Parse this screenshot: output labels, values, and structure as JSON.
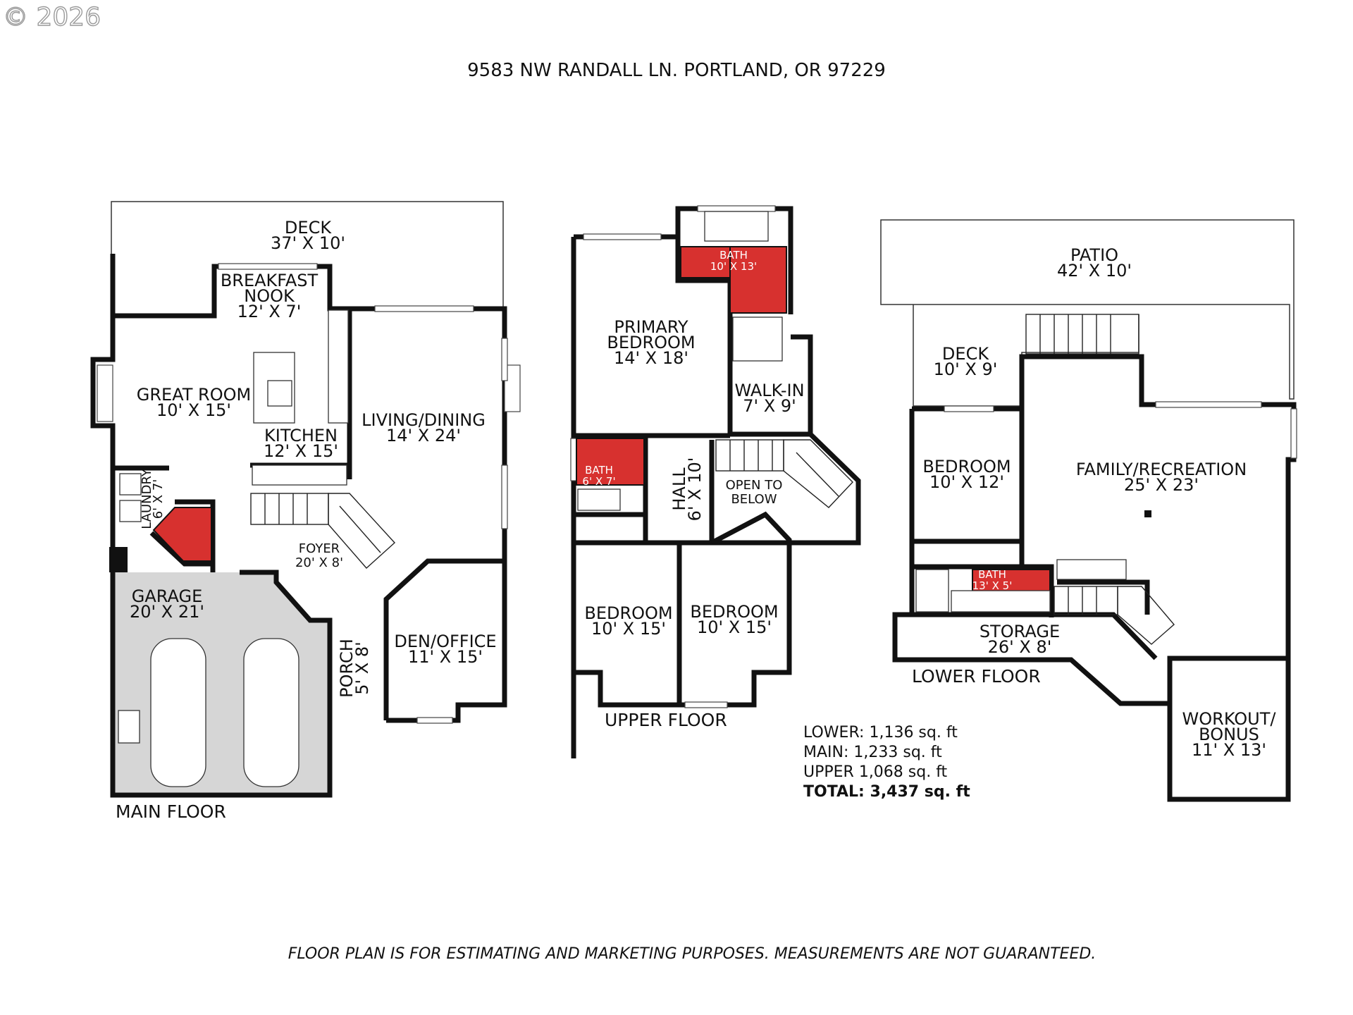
{
  "header": {
    "copyright": "© 2026",
    "address": "9583 NW RANDALL LN. PORTLAND, OR 97229"
  },
  "floors": {
    "main": {
      "label": "MAIN FLOOR",
      "rooms": {
        "deck": [
          "DECK",
          "37' X 10'"
        ],
        "nook": [
          "BREAKFAST",
          "NOOK",
          "12' X 7'"
        ],
        "great": [
          "GREAT ROOM",
          "10' X 15'"
        ],
        "kitchen": [
          "KITCHEN",
          "12' X 15'"
        ],
        "living": [
          "LIVING/DINING",
          "14' X 24'"
        ],
        "laundry": [
          "LAUNDRY",
          "6' X 7'"
        ],
        "foyer": [
          "FOYER",
          "20' X 8'"
        ],
        "garage": [
          "GARAGE",
          "20' X 21'"
        ],
        "porch": [
          "PORCH",
          "5' X 8'"
        ],
        "den": [
          "DEN/OFFICE",
          "11' X 15'"
        ]
      }
    },
    "upper": {
      "label": "UPPER FLOOR",
      "rooms": {
        "bath_primary": [
          "BATH",
          "10' X 13'"
        ],
        "primary": [
          "PRIMARY",
          "BEDROOM",
          "14' X 18'"
        ],
        "walkin": [
          "WALK-IN",
          "7' X 9'"
        ],
        "bath_hall": [
          "BATH",
          "6' X 7'"
        ],
        "hall": [
          "HALL",
          "6' X 10'"
        ],
        "open": [
          "OPEN TO",
          "BELOW"
        ],
        "bed_a": [
          "BEDROOM",
          "10' X 15'"
        ],
        "bed_b": [
          "BEDROOM",
          "10' X 15'"
        ]
      }
    },
    "lower": {
      "label": "LOWER FLOOR",
      "rooms": {
        "patio": [
          "PATIO",
          "42' X 10'"
        ],
        "deck": [
          "DECK",
          "10' X 9'"
        ],
        "bedroom": [
          "BEDROOM",
          "10' X 12'"
        ],
        "family": [
          "FAMILY/RECREATION",
          "25' X 23'"
        ],
        "bath": [
          "BATH",
          "13' X 5'"
        ],
        "storage": [
          "STORAGE",
          "26' X 8'"
        ],
        "workout": [
          "WORKOUT/",
          "BONUS",
          "11' X 13'"
        ]
      }
    }
  },
  "sqft": {
    "lower": "LOWER: 1,136 sq. ft",
    "main": "MAIN: 1,233 sq. ft",
    "upper": "UPPER 1,068 sq. ft",
    "total": "TOTAL: 3,437 sq. ft"
  },
  "disclaimer": "FLOOR PLAN IS FOR ESTIMATING AND MARKETING PURPOSES. MEASUREMENTS ARE NOT GUARANTEED.",
  "colors": {
    "bath": "#d7312f",
    "garage": "#d6d6d6",
    "wall": "#111111"
  }
}
